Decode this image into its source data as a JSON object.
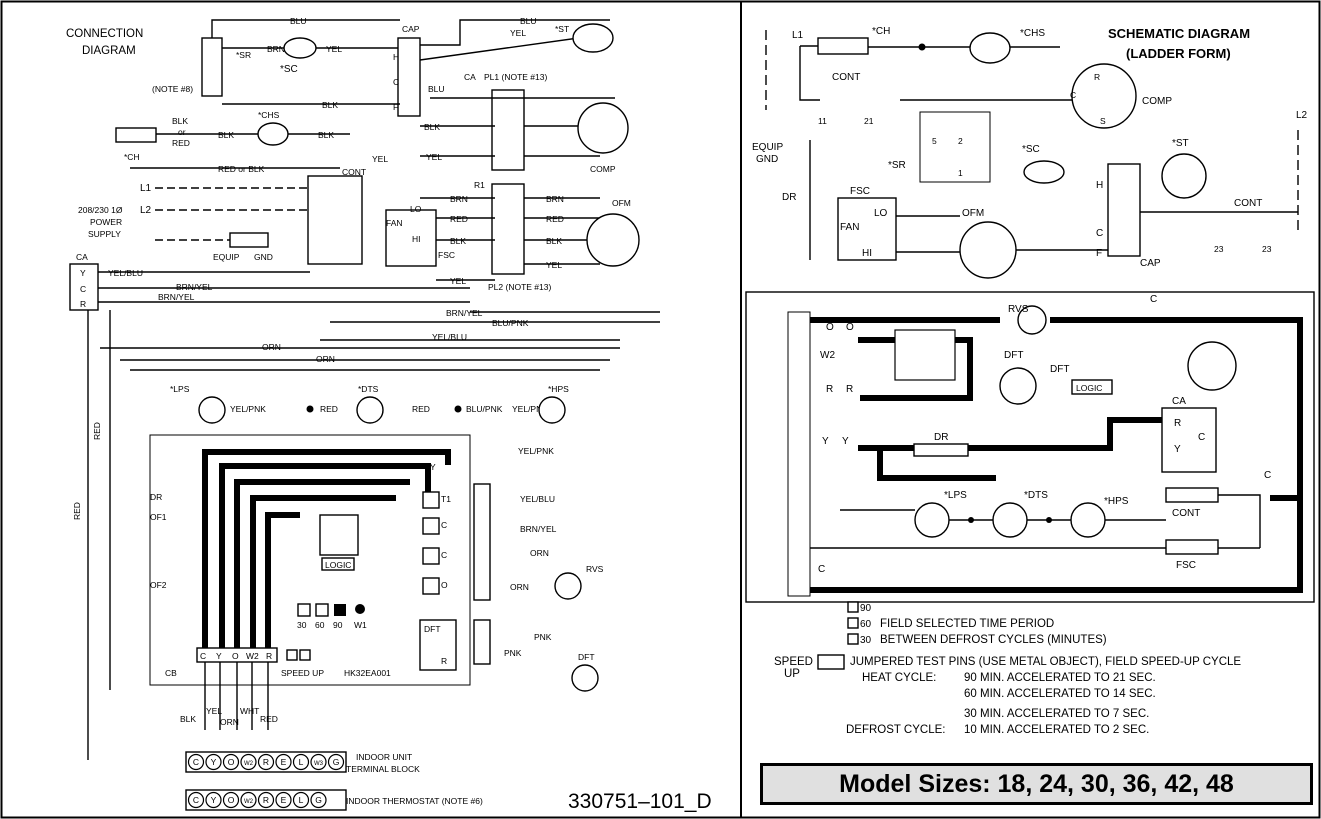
{
  "connection": {
    "title_1": "CONNECTION",
    "title_2": "DIAGRAM",
    "labels": {
      "blu": "BLU",
      "brn": "BRN",
      "yel": "YEL",
      "blk": "BLK",
      "red": "RED",
      "cap": "CAP",
      "h": "H",
      "c": "C",
      "f": "F",
      "sr": "*SR",
      "sc": "*SC",
      "st": "*ST",
      "note8": "(NOTE #8)",
      "ch": "*CH",
      "chs": "*CHS",
      "blk_or_red_1": "BLK",
      "blk_or_red_2": "or",
      "blk_or_red_3": "RED",
      "red_or_blk": "RED or BLK",
      "cont": "CONT",
      "ca_pl1": "CA",
      "pl1": "PL1 (NOTE #13)",
      "pl2": "PL2 (NOTE #13)",
      "comp": "COMP",
      "r1": "R1",
      "l1": "L1",
      "l2": "L2",
      "power_1": "208/230 1Ø",
      "power_2": "POWER",
      "power_3": "SUPPLY",
      "equip": "EQUIP",
      "gnd": "GND",
      "ca": "CA",
      "fan": "FAN",
      "lo": "LO",
      "hi": "HI",
      "fsc": "FSC",
      "ofm": "OFM",
      "yel_blu": "YEL/BLU",
      "brn_yel": "BRN/YEL",
      "blu_pnk": "BLU/PNK",
      "orn": "ORN",
      "lps": "*LPS",
      "dts": "*DTS",
      "hps": "*HPS",
      "yel_pnk": "YEL/PNK",
      "dr": "DR",
      "of1": "OF1",
      "of2": "OF2",
      "cb": "CB",
      "t1": "T1",
      "o": "O",
      "r": "R",
      "y": "Y",
      "w2": "W2",
      "t30": "30",
      "t60": "60",
      "t90": "90",
      "w1": "W1",
      "logic": "LOGIC",
      "dft": "DFT",
      "rvs": "RVS",
      "pnk": "PNK",
      "speed_up": "SPEED UP",
      "board": "HK32EA001",
      "wht": "WHT",
      "indoor_unit_1": "INDOOR UNIT",
      "indoor_unit_2": "TERMINAL BLOCK",
      "indoor_thermostat": "INDOOR THERMOSTAT (NOTE #6)"
    },
    "terminal_block": [
      "C",
      "Y",
      "O",
      "W2",
      "R",
      "E",
      "L",
      "W3",
      "G"
    ],
    "thermostat_block": [
      "C",
      "Y",
      "O",
      "W2",
      "R",
      "E",
      "L",
      "G"
    ],
    "part_number": "330751–101_D"
  },
  "schematic": {
    "title_1": "SCHEMATIC DIAGRAM",
    "title_2": "(LADDER FORM)",
    "labels": {
      "l1": "L1",
      "l2": "L2",
      "ch": "*CH",
      "chs": "*CHS",
      "cont": "CONT",
      "c11": "11",
      "c21": "21",
      "c23": "23",
      "comp": "COMP",
      "r": "R",
      "c": "C",
      "s": "S",
      "equip_1": "EQUIP",
      "equip_2": "GND",
      "sr": "*SR",
      "sc": "*SC",
      "st": "*ST",
      "n5": "5",
      "n2": "2",
      "n1": "1",
      "dr": "DR",
      "fsc": "FSC",
      "fan": "FAN",
      "lo": "LO",
      "hi": "HI",
      "ofm": "OFM",
      "h": "H",
      "f": "F",
      "cap": "CAP",
      "rvs": "RVS",
      "o": "O",
      "w2": "W2",
      "y": "Y",
      "dft": "DFT",
      "logic": "LOGIC",
      "ca": "CA",
      "lps": "*LPS",
      "dts": "*DTS",
      "hps": "*HPS"
    }
  },
  "legend": {
    "t90": "90",
    "t60": "60",
    "t30": "30",
    "field_selected": "FIELD SELECTED TIME PERIOD",
    "between_defrost": "BETWEEN DEFROST CYCLES (MINUTES)",
    "speed": "SPEED",
    "up": "UP",
    "jumpered": "JUMPERED TEST PINS (USE METAL OBJECT), FIELD SPEED-UP CYCLE",
    "heat_cycle": "HEAT CYCLE:",
    "heat_90": "90 MIN. ACCELERATED TO 21 SEC.",
    "heat_60": "60 MIN. ACCELERATED TO 14 SEC.",
    "heat_30": "30 MIN. ACCELERATED TO 7 SEC.",
    "defrost_cycle": "DEFROST CYCLE:",
    "defrost_10": "10 MIN. ACCELERATED TO 2 SEC."
  },
  "model_sizes": "Model Sizes: 18, 24, 30, 36, 42, 48"
}
